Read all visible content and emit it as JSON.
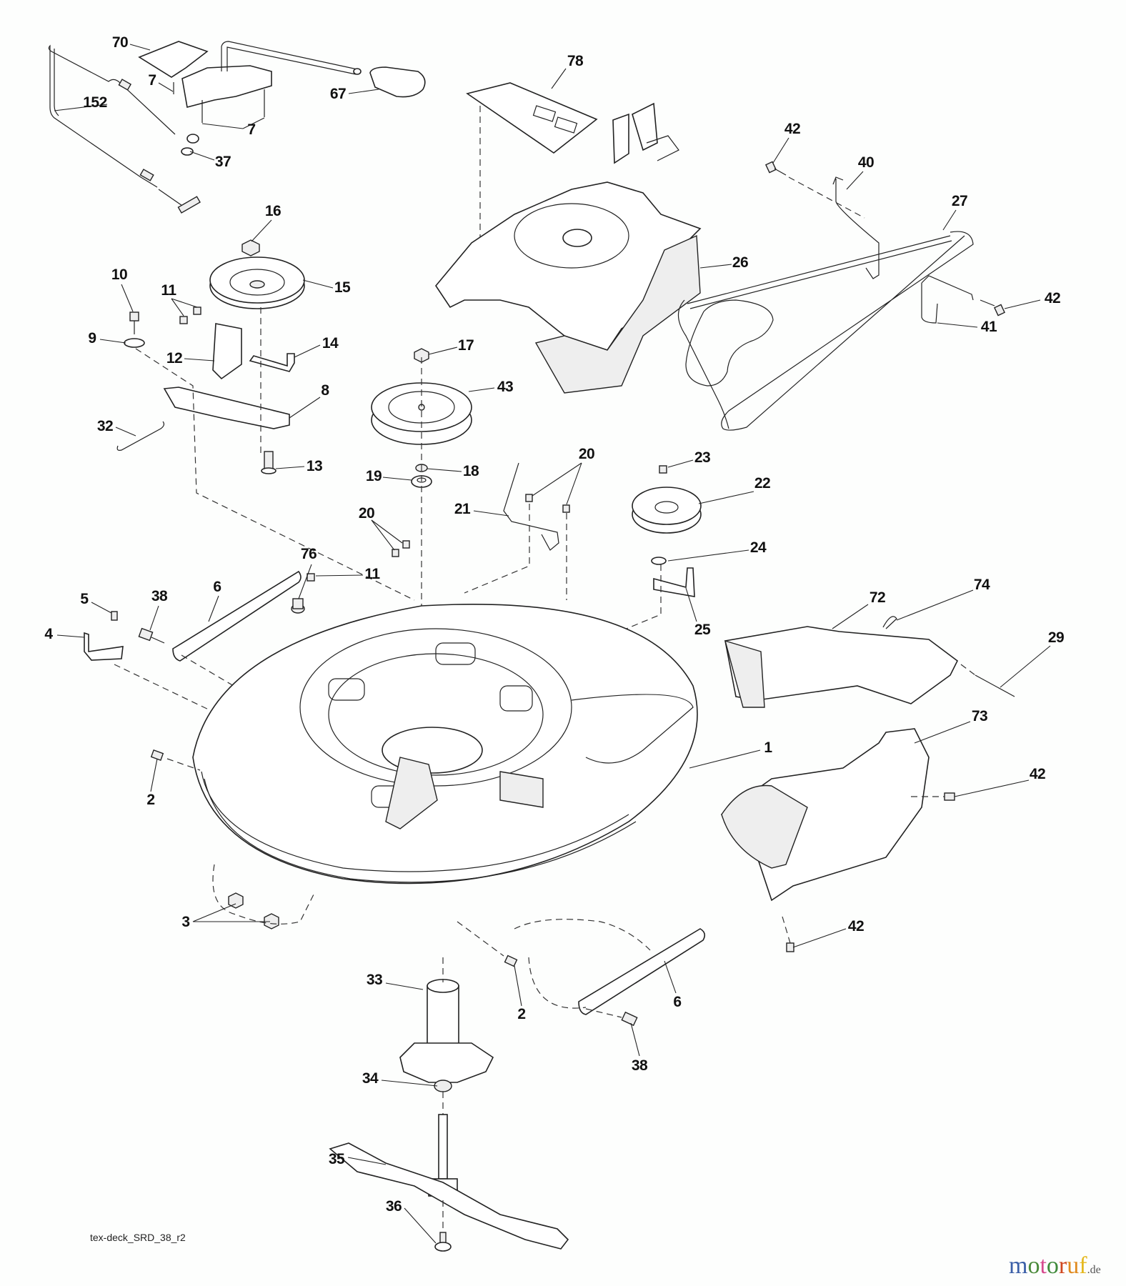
{
  "diagram": {
    "title": "tex-deck_SRD_38_r2",
    "watermark": {
      "letters": [
        {
          "char": "m",
          "color": "#3b5fa8"
        },
        {
          "char": "o",
          "color": "#4a8a3a"
        },
        {
          "char": "t",
          "color": "#d64a8e"
        },
        {
          "char": "o",
          "color": "#3f8a3a"
        },
        {
          "char": "r",
          "color": "#d0471f"
        },
        {
          "char": "u",
          "color": "#e08a1e"
        },
        {
          "char": "f",
          "color": "#e5b81e"
        }
      ],
      "tld": ".de"
    },
    "callouts": [
      {
        "id": "70",
        "label": "70",
        "part": "control-bracket"
      },
      {
        "id": "7a",
        "label": "7",
        "part": "screw"
      },
      {
        "id": "152",
        "label": "152",
        "part": "engagement-cable"
      },
      {
        "id": "7b",
        "label": "7",
        "part": "screw"
      },
      {
        "id": "37",
        "label": "37",
        "part": "washer"
      },
      {
        "id": "67",
        "label": "67",
        "part": "lever-knob"
      },
      {
        "id": "78",
        "label": "78",
        "part": "belt-cover-plate"
      },
      {
        "id": "42a",
        "label": "42",
        "part": "screw"
      },
      {
        "id": "40",
        "label": "40",
        "part": "belt-guide"
      },
      {
        "id": "27",
        "label": "27",
        "part": "belt"
      },
      {
        "id": "26",
        "label": "26",
        "part": "belt-cover"
      },
      {
        "id": "42b",
        "label": "42",
        "part": "screw"
      },
      {
        "id": "41",
        "label": "41",
        "part": "belt-guide"
      },
      {
        "id": "16",
        "label": "16",
        "part": "nut"
      },
      {
        "id": "10",
        "label": "10",
        "part": "bolt"
      },
      {
        "id": "11a",
        "label": "11",
        "part": "bolt"
      },
      {
        "id": "15",
        "label": "15",
        "part": "idler-pulley"
      },
      {
        "id": "9",
        "label": "9",
        "part": "washer"
      },
      {
        "id": "12",
        "label": "12",
        "part": "bracket"
      },
      {
        "id": "14",
        "label": "14",
        "part": "belt-keeper"
      },
      {
        "id": "8",
        "label": "8",
        "part": "idler-arm"
      },
      {
        "id": "32",
        "label": "32",
        "part": "spring"
      },
      {
        "id": "13",
        "label": "13",
        "part": "shoulder-bolt"
      },
      {
        "id": "17",
        "label": "17",
        "part": "nut"
      },
      {
        "id": "43",
        "label": "43",
        "part": "spindle-pulley"
      },
      {
        "id": "18",
        "label": "18",
        "part": "spacer"
      },
      {
        "id": "19",
        "label": "19",
        "part": "bearing"
      },
      {
        "id": "20a",
        "label": "20",
        "part": "bolt"
      },
      {
        "id": "21",
        "label": "21",
        "part": "belt-guide-rod"
      },
      {
        "id": "23",
        "label": "23",
        "part": "bolt"
      },
      {
        "id": "22",
        "label": "22",
        "part": "flat-idler-pulley"
      },
      {
        "id": "20b",
        "label": "20",
        "part": "bolt"
      },
      {
        "id": "24",
        "label": "24",
        "part": "washer"
      },
      {
        "id": "76",
        "label": "76",
        "part": "bushing"
      },
      {
        "id": "11b",
        "label": "11",
        "part": "bolt"
      },
      {
        "id": "25",
        "label": "25",
        "part": "belt-keeper"
      },
      {
        "id": "5",
        "label": "5",
        "part": "bolt"
      },
      {
        "id": "38a",
        "label": "38",
        "part": "shoulder-bolt"
      },
      {
        "id": "6a",
        "label": "6",
        "part": "link-bar"
      },
      {
        "id": "4",
        "label": "4",
        "part": "bracket"
      },
      {
        "id": "72",
        "label": "72",
        "part": "discharge-chute"
      },
      {
        "id": "74",
        "label": "74",
        "part": "hairpin-clip"
      },
      {
        "id": "29",
        "label": "29",
        "part": "pin"
      },
      {
        "id": "73",
        "label": "73",
        "part": "chute-deflector"
      },
      {
        "id": "1",
        "label": "1",
        "part": "mower-deck-housing"
      },
      {
        "id": "42c",
        "label": "42",
        "part": "screw"
      },
      {
        "id": "2a",
        "label": "2",
        "part": "pivot-stud"
      },
      {
        "id": "3",
        "label": "3",
        "part": "nut"
      },
      {
        "id": "42d",
        "label": "42",
        "part": "screw"
      },
      {
        "id": "33",
        "label": "33",
        "part": "spindle-housing"
      },
      {
        "id": "2b",
        "label": "2",
        "part": "pivot-stud"
      },
      {
        "id": "6b",
        "label": "6",
        "part": "link-bar"
      },
      {
        "id": "38b",
        "label": "38",
        "part": "shoulder-bolt"
      },
      {
        "id": "34",
        "label": "34",
        "part": "spindle-shaft"
      },
      {
        "id": "35",
        "label": "35",
        "part": "blade"
      },
      {
        "id": "36",
        "label": "36",
        "part": "blade-bolt"
      }
    ]
  }
}
